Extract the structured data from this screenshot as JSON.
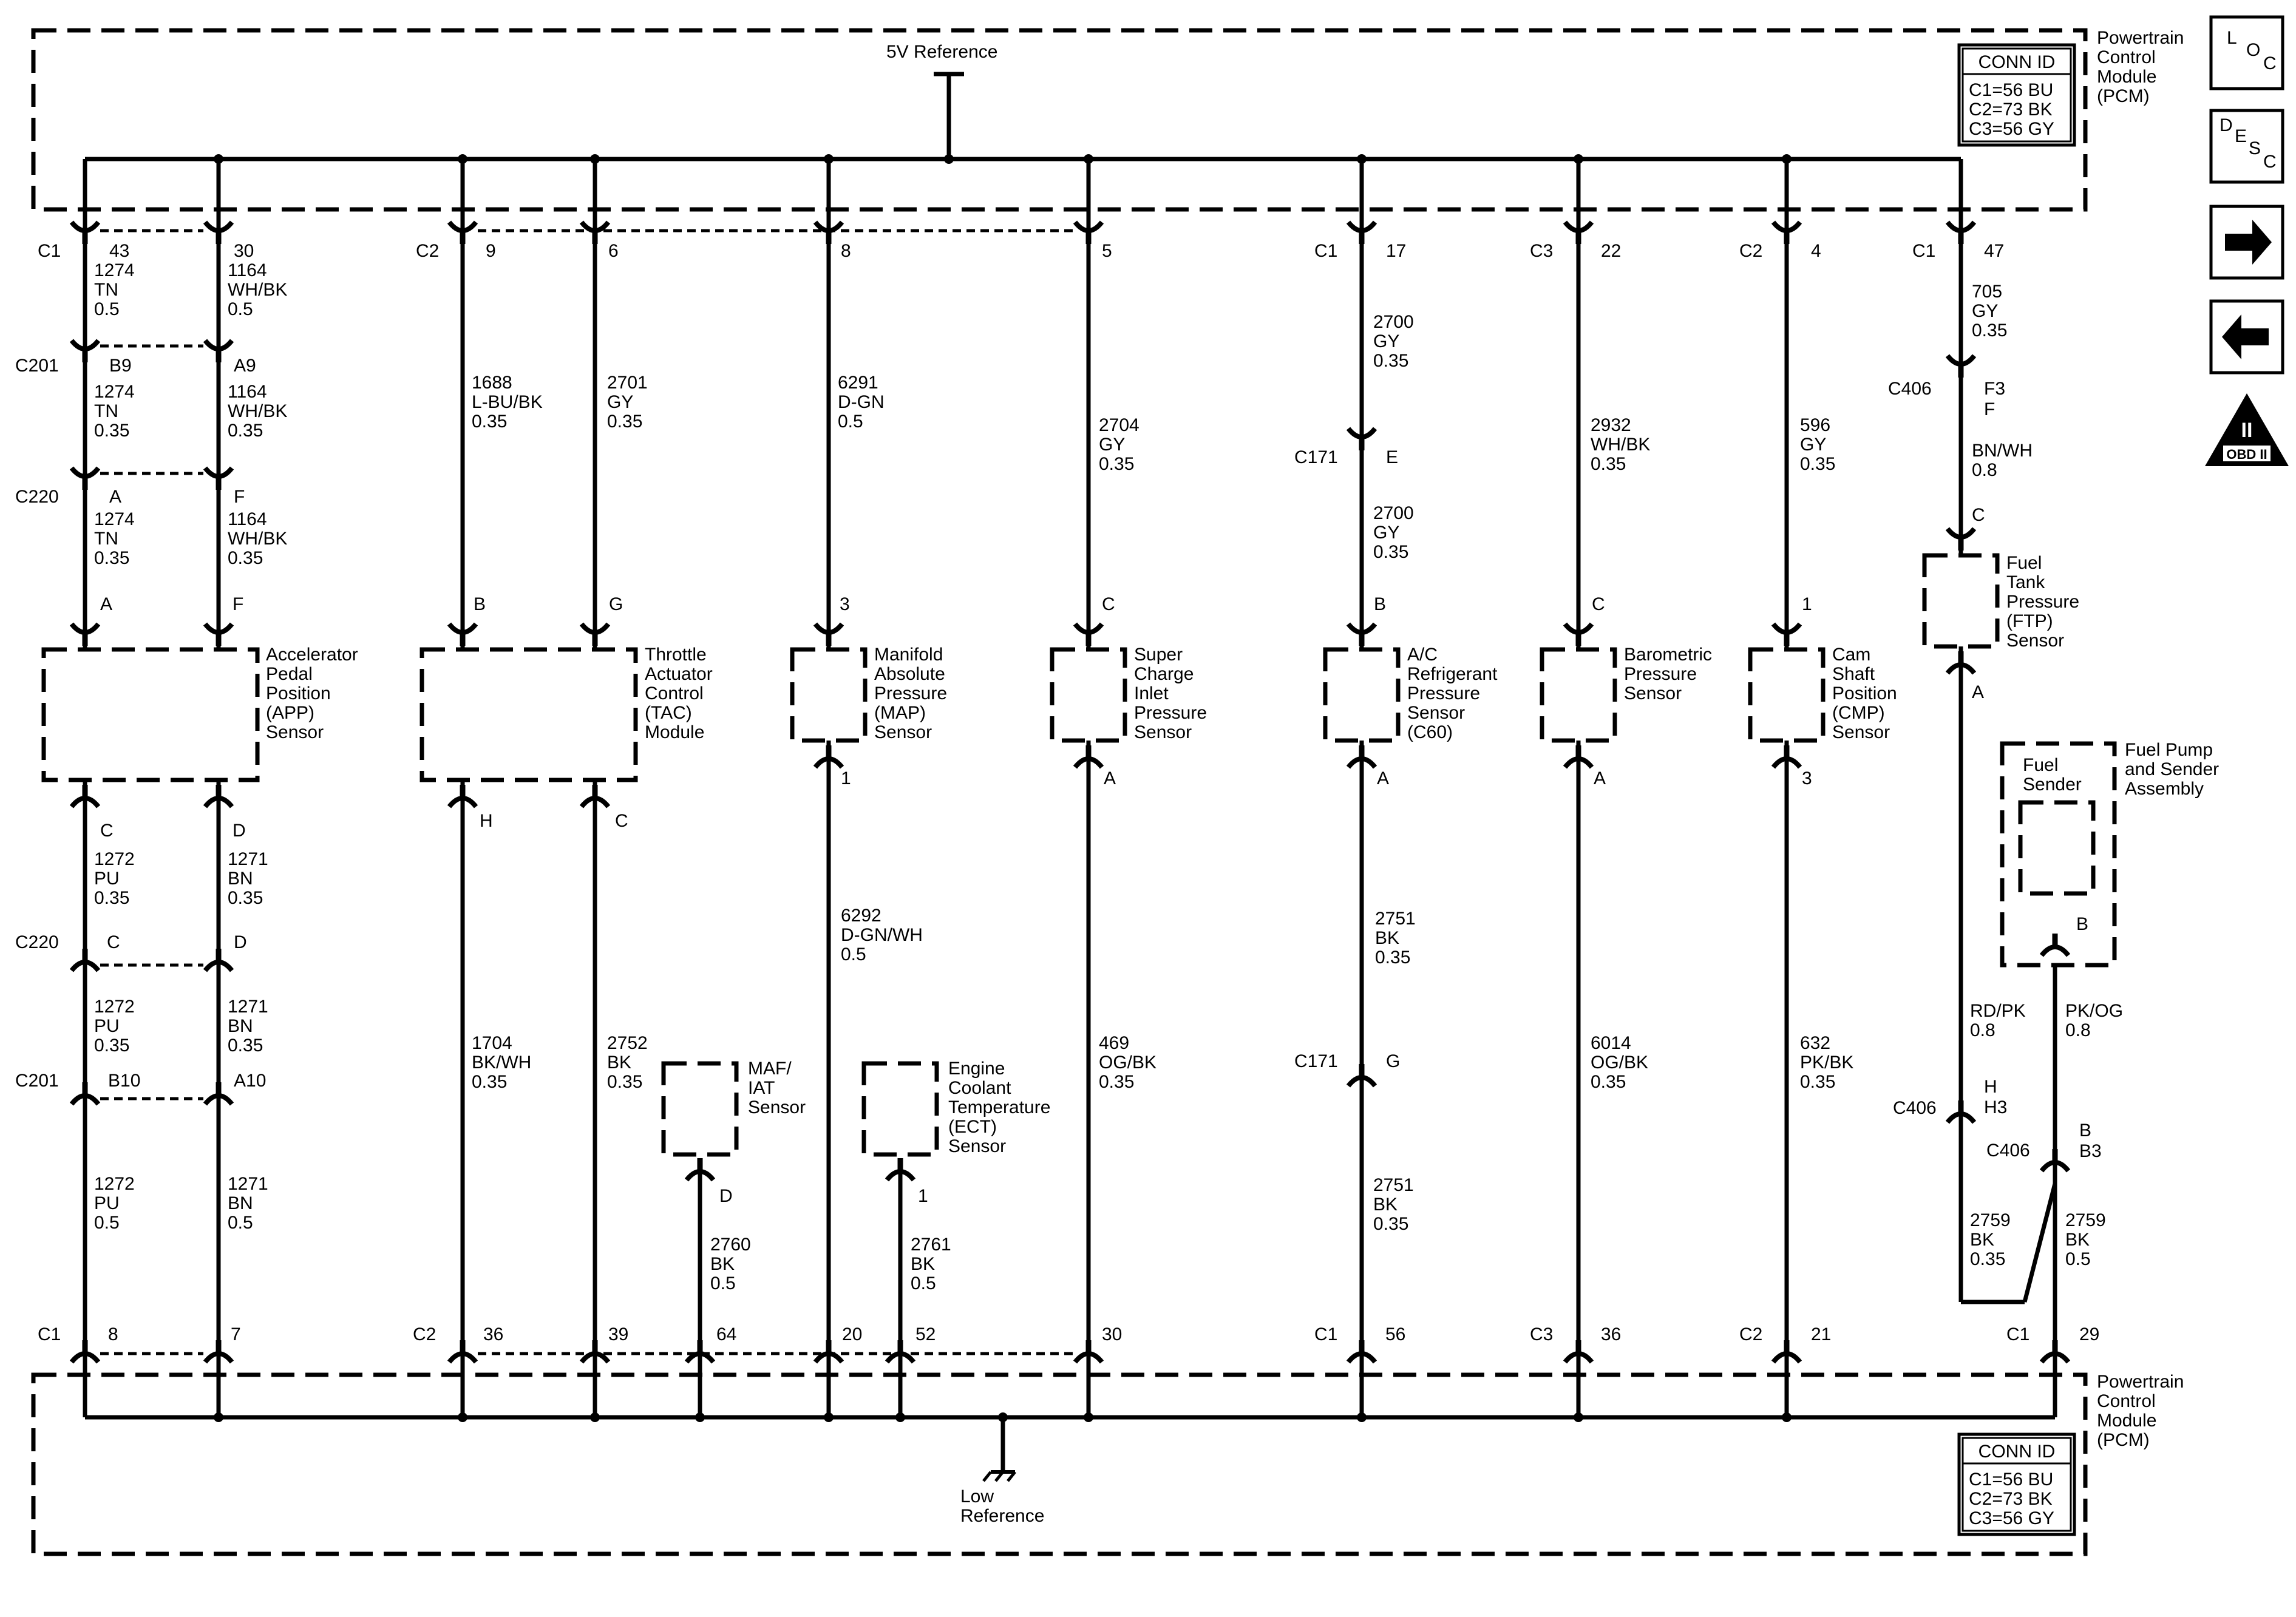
{
  "pcm": {
    "name": [
      "Powertrain",
      "Control",
      "Module",
      "(PCM)"
    ],
    "conn_title": "CONN ID",
    "conn": [
      "C1=56 BU",
      "C2=73 BK",
      "C3=56 GY"
    ]
  },
  "refs": {
    "top": "5V Reference",
    "bottom": [
      "Low",
      "Reference"
    ]
  },
  "nav_icons": [
    {
      "name": "loc-icon",
      "label": "LOC"
    },
    {
      "name": "desc-icon",
      "label": "DESC"
    },
    {
      "name": "arrow-right-icon",
      "label": ""
    },
    {
      "name": "arrow-left-icon",
      "label": ""
    },
    {
      "name": "obd-ii-icon",
      "label": "OBD II"
    }
  ],
  "obd_num": "II",
  "components": [
    {
      "id": "app",
      "label": [
        "Accelerator",
        "Pedal",
        "Position",
        "(APP)",
        "Sensor"
      ]
    },
    {
      "id": "tac",
      "label": [
        "Throttle",
        "Actuator",
        "Control",
        "(TAC)",
        "Module"
      ]
    },
    {
      "id": "map",
      "label": [
        "Manifold",
        "Absolute",
        "Pressure",
        "(MAP)",
        "Sensor"
      ]
    },
    {
      "id": "sci",
      "label": [
        "Super",
        "Charge",
        "Inlet",
        "Pressure",
        "Sensor"
      ]
    },
    {
      "id": "ac",
      "label": [
        "A/C",
        "Refrigerant",
        "Pressure",
        "Sensor",
        "(C60)"
      ]
    },
    {
      "id": "baro",
      "label": [
        "Barometric",
        "Pressure",
        "Sensor"
      ]
    },
    {
      "id": "cmp",
      "label": [
        "Cam",
        "Shaft",
        "Position",
        "(CMP)",
        "Sensor"
      ]
    },
    {
      "id": "ftp",
      "label": [
        "Fuel",
        "Tank",
        "Pressure",
        "(FTP)",
        "Sensor"
      ]
    },
    {
      "id": "maf",
      "label": [
        "MAF/",
        "IAT",
        "Sensor"
      ]
    },
    {
      "id": "ect",
      "label": [
        "Engine",
        "Coolant",
        "Temperature",
        "(ECT)",
        "Sensor"
      ]
    },
    {
      "id": "fuelsender",
      "label": [
        "Fuel",
        "Sender"
      ]
    },
    {
      "id": "fuelpump",
      "label": [
        "Fuel Pump",
        "and Sender",
        "Assembly"
      ]
    }
  ],
  "top_pins": [
    {
      "conn": "C1",
      "pin": "43"
    },
    {
      "conn": "",
      "pin": "30"
    },
    {
      "conn": "C2",
      "pin": "9"
    },
    {
      "conn": "",
      "pin": "6"
    },
    {
      "conn": "",
      "pin": "8"
    },
    {
      "conn": "",
      "pin": "5"
    },
    {
      "conn": "C1",
      "pin": "17"
    },
    {
      "conn": "C3",
      "pin": "22"
    },
    {
      "conn": "C2",
      "pin": "4"
    },
    {
      "conn": "C1",
      "pin": "47"
    }
  ],
  "bottom_pins": [
    {
      "conn": "C1",
      "pin": "8"
    },
    {
      "conn": "",
      "pin": "7"
    },
    {
      "conn": "C2",
      "pin": "36"
    },
    {
      "conn": "",
      "pin": "39"
    },
    {
      "conn": "",
      "pin": "64"
    },
    {
      "conn": "",
      "pin": "20"
    },
    {
      "conn": "",
      "pin": "52"
    },
    {
      "conn": "",
      "pin": "30"
    },
    {
      "conn": "C1",
      "pin": "56"
    },
    {
      "conn": "C3",
      "pin": "36"
    },
    {
      "conn": "C2",
      "pin": "21"
    },
    {
      "conn": "C1",
      "pin": "29"
    }
  ],
  "inline_connectors": [
    {
      "name": "C201",
      "pins": [
        "B9",
        "A9"
      ]
    },
    {
      "name": "C220",
      "pins": [
        "A",
        "F"
      ]
    },
    {
      "name": "C220",
      "pins": [
        "C",
        "D"
      ]
    },
    {
      "name": "C201",
      "pins": [
        "B10",
        "A10"
      ]
    },
    {
      "name": "C171",
      "pins": [
        "E"
      ]
    },
    {
      "name": "C171",
      "pins": [
        "G"
      ]
    },
    {
      "name": "C406",
      "pins": [
        "F3",
        "F"
      ]
    },
    {
      "name": "C406",
      "pins": [
        "H",
        "H3"
      ]
    },
    {
      "name": "C406",
      "pins": [
        "B",
        "B3"
      ]
    }
  ],
  "component_pins": [
    "A",
    "F",
    "C",
    "D",
    "B",
    "G",
    "H",
    "C",
    "3",
    "1",
    "C",
    "A",
    "B",
    "A",
    "C",
    "A",
    "1",
    "3",
    "C",
    "A",
    "B",
    "D",
    "1"
  ],
  "wires": [
    [
      "1274",
      "TN",
      "0.5"
    ],
    [
      "1164",
      "WH/BK",
      "0.5"
    ],
    [
      "1274",
      "TN",
      "0.35"
    ],
    [
      "1164",
      "WH/BK",
      "0.35"
    ],
    [
      "1274",
      "TN",
      "0.35"
    ],
    [
      "1164",
      "WH/BK",
      "0.35"
    ],
    [
      "1272",
      "PU",
      "0.35"
    ],
    [
      "1271",
      "BN",
      "0.35"
    ],
    [
      "1272",
      "PU",
      "0.35"
    ],
    [
      "1271",
      "BN",
      "0.35"
    ],
    [
      "1272",
      "PU",
      "0.5"
    ],
    [
      "1271",
      "BN",
      "0.5"
    ],
    [
      "1688",
      "L-BU/BK",
      "0.35"
    ],
    [
      "2701",
      "GY",
      "0.35"
    ],
    [
      "1704",
      "BK/WH",
      "0.35"
    ],
    [
      "2752",
      "BK",
      "0.35"
    ],
    [
      "2760",
      "BK",
      "0.5"
    ],
    [
      "6291",
      "D-GN",
      "0.5"
    ],
    [
      "6292",
      "D-GN/WH",
      "0.5"
    ],
    [
      "2761",
      "BK",
      "0.5"
    ],
    [
      "2704",
      "GY",
      "0.35"
    ],
    [
      "469",
      "OG/BK",
      "0.35"
    ],
    [
      "2700",
      "GY",
      "0.35"
    ],
    [
      "2700",
      "GY",
      "0.35"
    ],
    [
      "2751",
      "BK",
      "0.35"
    ],
    [
      "2751",
      "BK",
      "0.35"
    ],
    [
      "2932",
      "WH/BK",
      "0.35"
    ],
    [
      "6014",
      "OG/BK",
      "0.35"
    ],
    [
      "596",
      "GY",
      "0.35"
    ],
    [
      "632",
      "PK/BK",
      "0.35"
    ],
    [
      "705",
      "GY",
      "0.35"
    ],
    [
      "BN/WH",
      "0.8"
    ],
    [
      "RD/PK",
      "0.8"
    ],
    [
      "PK/OG",
      "0.8"
    ],
    [
      "2759",
      "BK",
      "0.35"
    ],
    [
      "2759",
      "BK",
      "0.5"
    ]
  ]
}
